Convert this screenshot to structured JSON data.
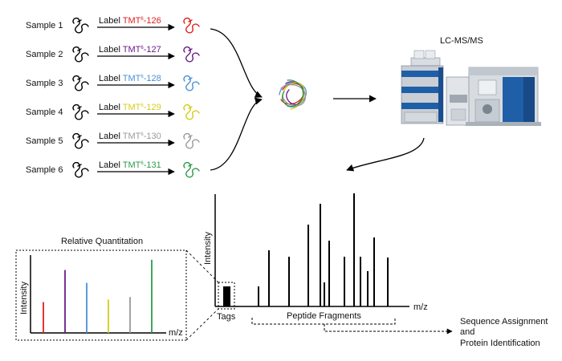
{
  "samples": [
    {
      "name": "Sample 1",
      "label_prefix": "Label ",
      "tag": "TMT",
      "sup": "6",
      "mass": "-126",
      "color": "#e02020"
    },
    {
      "name": "Sample 2",
      "label_prefix": "Label ",
      "tag": "TMT",
      "sup": "6",
      "mass": "-127",
      "color": "#6a1b8a"
    },
    {
      "name": "Sample 3",
      "label_prefix": "Label ",
      "tag": "TMT",
      "sup": "6",
      "mass": "-128",
      "color": "#4a90d9"
    },
    {
      "name": "Sample 4",
      "label_prefix": "Label ",
      "tag": "TMT",
      "sup": "6",
      "mass": "-129",
      "color": "#d4cc1a"
    },
    {
      "name": "Sample 5",
      "label_prefix": "Label ",
      "tag": "TMT",
      "sup": "6",
      "mass": "-130",
      "color": "#9a9a9a"
    },
    {
      "name": "Sample 6",
      "label_prefix": "Label ",
      "tag": "TMT",
      "sup": "6",
      "mass": "-131",
      "color": "#2e9a4a"
    }
  ],
  "instrument": {
    "title": "LC-MS/MS"
  },
  "spectrum": {
    "ylabel": "Intensity",
    "xlabel": "m/z",
    "tags_label": "Tags",
    "fragments_label": "Peptide Fragments"
  },
  "quant": {
    "title": "Relative Quantitation",
    "ylabel": "Intensity",
    "xlabel": "m/z",
    "values": [
      0.48,
      0.98,
      0.78,
      0.52,
      0.56,
      1.14
    ]
  },
  "outcome": {
    "line1": "Sequence Assignment",
    "line2": "and",
    "line3": "Protein Identification"
  }
}
